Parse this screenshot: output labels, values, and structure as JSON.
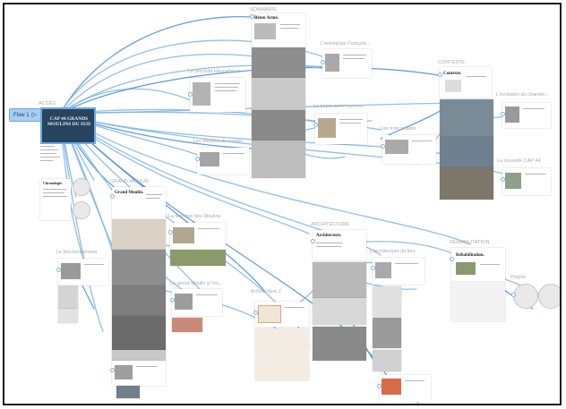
{
  "flow_button": {
    "label": "Flow 1",
    "icon": "play-outline-icon"
  },
  "start_card": {
    "title": "CAP 44 GRANDS MOULINS DU SUD"
  },
  "sections": {
    "acces": "ACCÈS",
    "sommaire": "SOMMAIRE",
    "procede": "Le procédé Hennebique",
    "entreprise": "L'entreprise François...",
    "contexte": "CONTEXTE",
    "evolution": "L'évolution du chantier...",
    "beton": "Le béton armé homme...",
    "moulins_nantes": "Les Moulins de nantes",
    "trois": "Les trois projets",
    "nouvelle": "La nouvelle CAP 44",
    "grand_moulin": "GRAND MOULIN",
    "fabrique": "La fabrique des Moulins",
    "grand_moulin_hier": "Le grand Moulin à l'en...",
    "architecture": "ARCHITECTURE",
    "architecture_2": "Architecture 2",
    "architecture_lieu": "L'architecture du lieu",
    "rehabilitation": "RÉHABILITATION",
    "projets": "Projets",
    "chronologie": "Chronologie",
    "fonctionnement": "Le fonctionnement"
  },
  "card_titles": {
    "sommaire": "Béton Armé.",
    "contexte": "Contexte.",
    "grand_moulin": "Grand Moulin.",
    "architecture": "Architecture.",
    "rehabilitation": "Réhabilitation.",
    "chronologie": "Chronologie."
  },
  "colors": {
    "link": "#7db4e8",
    "link_dark": "#4a8fd6",
    "flow_button": "#a7cdf0",
    "start_card": "#28455f",
    "frame_border": "#1a1a1a"
  }
}
